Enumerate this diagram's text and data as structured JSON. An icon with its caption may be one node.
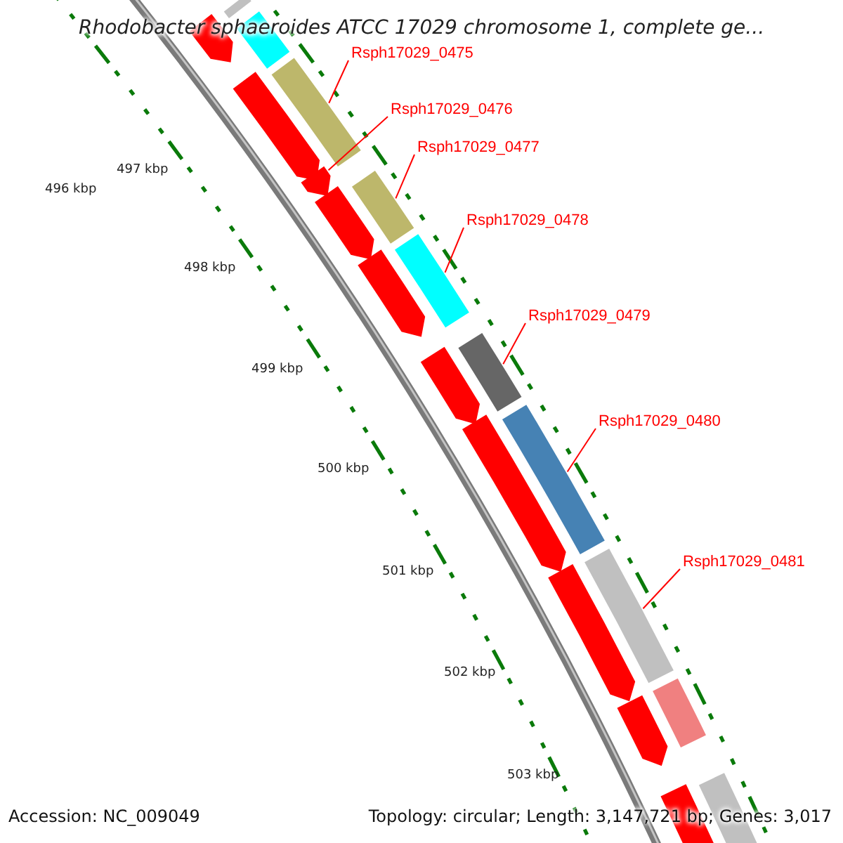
{
  "diagram": {
    "title": "Rhodobacter sphaeroides ATCC 17029 chromosome 1, complete ge...",
    "nodes": [
      {
        "text": [
          "Rsph17029_0475"
        ]
      },
      {
        "text": [
          "Rsph17029_0476"
        ]
      },
      {
        "text": [
          "Rsph17029_0477"
        ]
      },
      {
        "text": [
          "Rsph17029_0478"
        ]
      },
      {
        "text": [
          "Rsph17029_0479"
        ]
      },
      {
        "text": [
          "Rsph17029_0480"
        ]
      },
      {
        "text": [
          "Rsph17029_0481"
        ]
      },
      {
        "text": [],
        "shape": "bar"
      },
      {
        "text": [],
        "shape": "bar"
      },
      {
        "text": [],
        "shape": "arrow"
      },
      {
        "text": [],
        "shape": "bar"
      },
      {
        "text": [],
        "shape": "arrow"
      },
      {
        "text": [],
        "shape": "arrow"
      },
      {
        "text": [],
        "shape": "bar"
      },
      {
        "text": [],
        "shape": "arrow"
      },
      {
        "text": [],
        "shape": "bar"
      },
      {
        "text": [],
        "shape": "arrow"
      },
      {
        "text": [],
        "shape": "bar"
      },
      {
        "text": [],
        "shape": "arrow"
      },
      {
        "text": [],
        "shape": "bar"
      },
      {
        "text": [],
        "shape": "arrow"
      },
      {
        "text": [],
        "shape": "bar"
      },
      {
        "text": [],
        "shape": "arrow"
      },
      {
        "text": [],
        "shape": "bar"
      },
      {
        "text": [],
        "shape": "arrow"
      },
      {
        "text": [],
        "shape": "bar"
      },
      {
        "text": [],
        "shape": "arrow"
      }
    ],
    "edges": [
      {
        "from": 0,
        "to": 10,
        "arrow": "none"
      },
      {
        "from": 1,
        "to": 12,
        "arrow": "none"
      },
      {
        "from": 2,
        "to": 13,
        "arrow": "none"
      },
      {
        "from": 3,
        "to": 15,
        "arrow": "none"
      },
      {
        "from": 4,
        "to": 17,
        "arrow": "none"
      },
      {
        "from": 5,
        "to": 19,
        "arrow": "none"
      },
      {
        "from": 6,
        "to": 21,
        "arrow": "none"
      }
    ],
    "labels": [
      "496 kbp",
      "497 kbp",
      "498 kbp",
      "499 kbp",
      "500 kbp",
      "501 kbp",
      "502 kbp",
      "503 kbp",
      "Accession: NC_009049",
      "Topology: circular; Length: 3,147,721 bp; Genes: 3,017"
    ]
  }
}
